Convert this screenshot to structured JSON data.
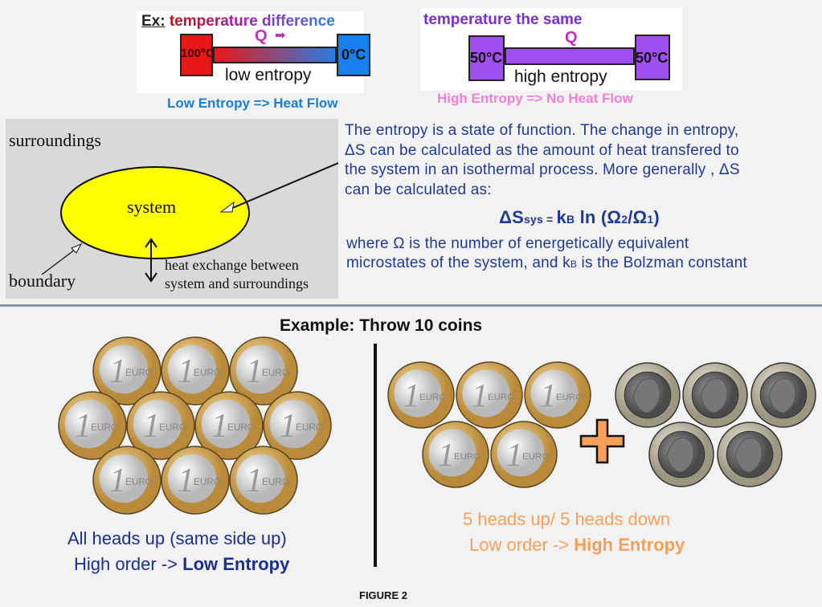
{
  "top_left": {
    "ex_label": "Ex:",
    "title": "temperature difference",
    "q": "Q",
    "left_temp": "100°C",
    "right_temp": "0°C",
    "entropy_label": "low entropy",
    "caption": "Low Entropy => Heat Flow"
  },
  "top_right": {
    "title": "temperature the same",
    "q": "Q",
    "left_temp": "50°C",
    "right_temp": "50°C",
    "entropy_label": "high entropy",
    "caption": "High Entropy => No Heat Flow"
  },
  "system_diagram": {
    "surroundings": "surroundings",
    "system": "system",
    "boundary": "boundary",
    "heat_exchange_1": "heat exchange between",
    "heat_exchange_2": "system and surroundings"
  },
  "explanation": {
    "line1": "The entropy is a state of function. The change in entropy,",
    "line2": "ΔS can be calculated as the amount of heat transfered to",
    "line3": "the system in an isothermal process. More generally , ΔS",
    "line4": "can be calculated as:",
    "formula_lhs": "ΔS",
    "formula_sub": "sys",
    "formula_eq": " = ",
    "formula_k": "k",
    "formula_ksub": "B",
    "formula_rest": " ln (Ω",
    "formula_2": "2",
    "formula_div": "/Ω",
    "formula_1": "1",
    "formula_close": ")",
    "where1": "where Ω is the number of energetically equivalent",
    "where2a": "microstates of the system, and k",
    "where2sub": "B",
    "where2b": " is the Bolzman constant"
  },
  "example": {
    "title": "Example: Throw 10 coins",
    "left_caption1": "All heads up (same side up)",
    "left_caption2a": "High order -> ",
    "left_caption2b": "Low Entropy",
    "right_caption1": "5 heads up/ 5 heads down",
    "right_caption2a": "Low order -> ",
    "right_caption2b": "High Entropy",
    "left_heads": 10,
    "right_heads": 5,
    "right_tails": 5
  },
  "figure_label": "FIGURE 2",
  "colors": {
    "navy": "#1f3a93",
    "orange": "#f5a05a",
    "pink": "#f07fd8",
    "blue": "#1a7fd4",
    "purple": "#7a2fd0"
  }
}
